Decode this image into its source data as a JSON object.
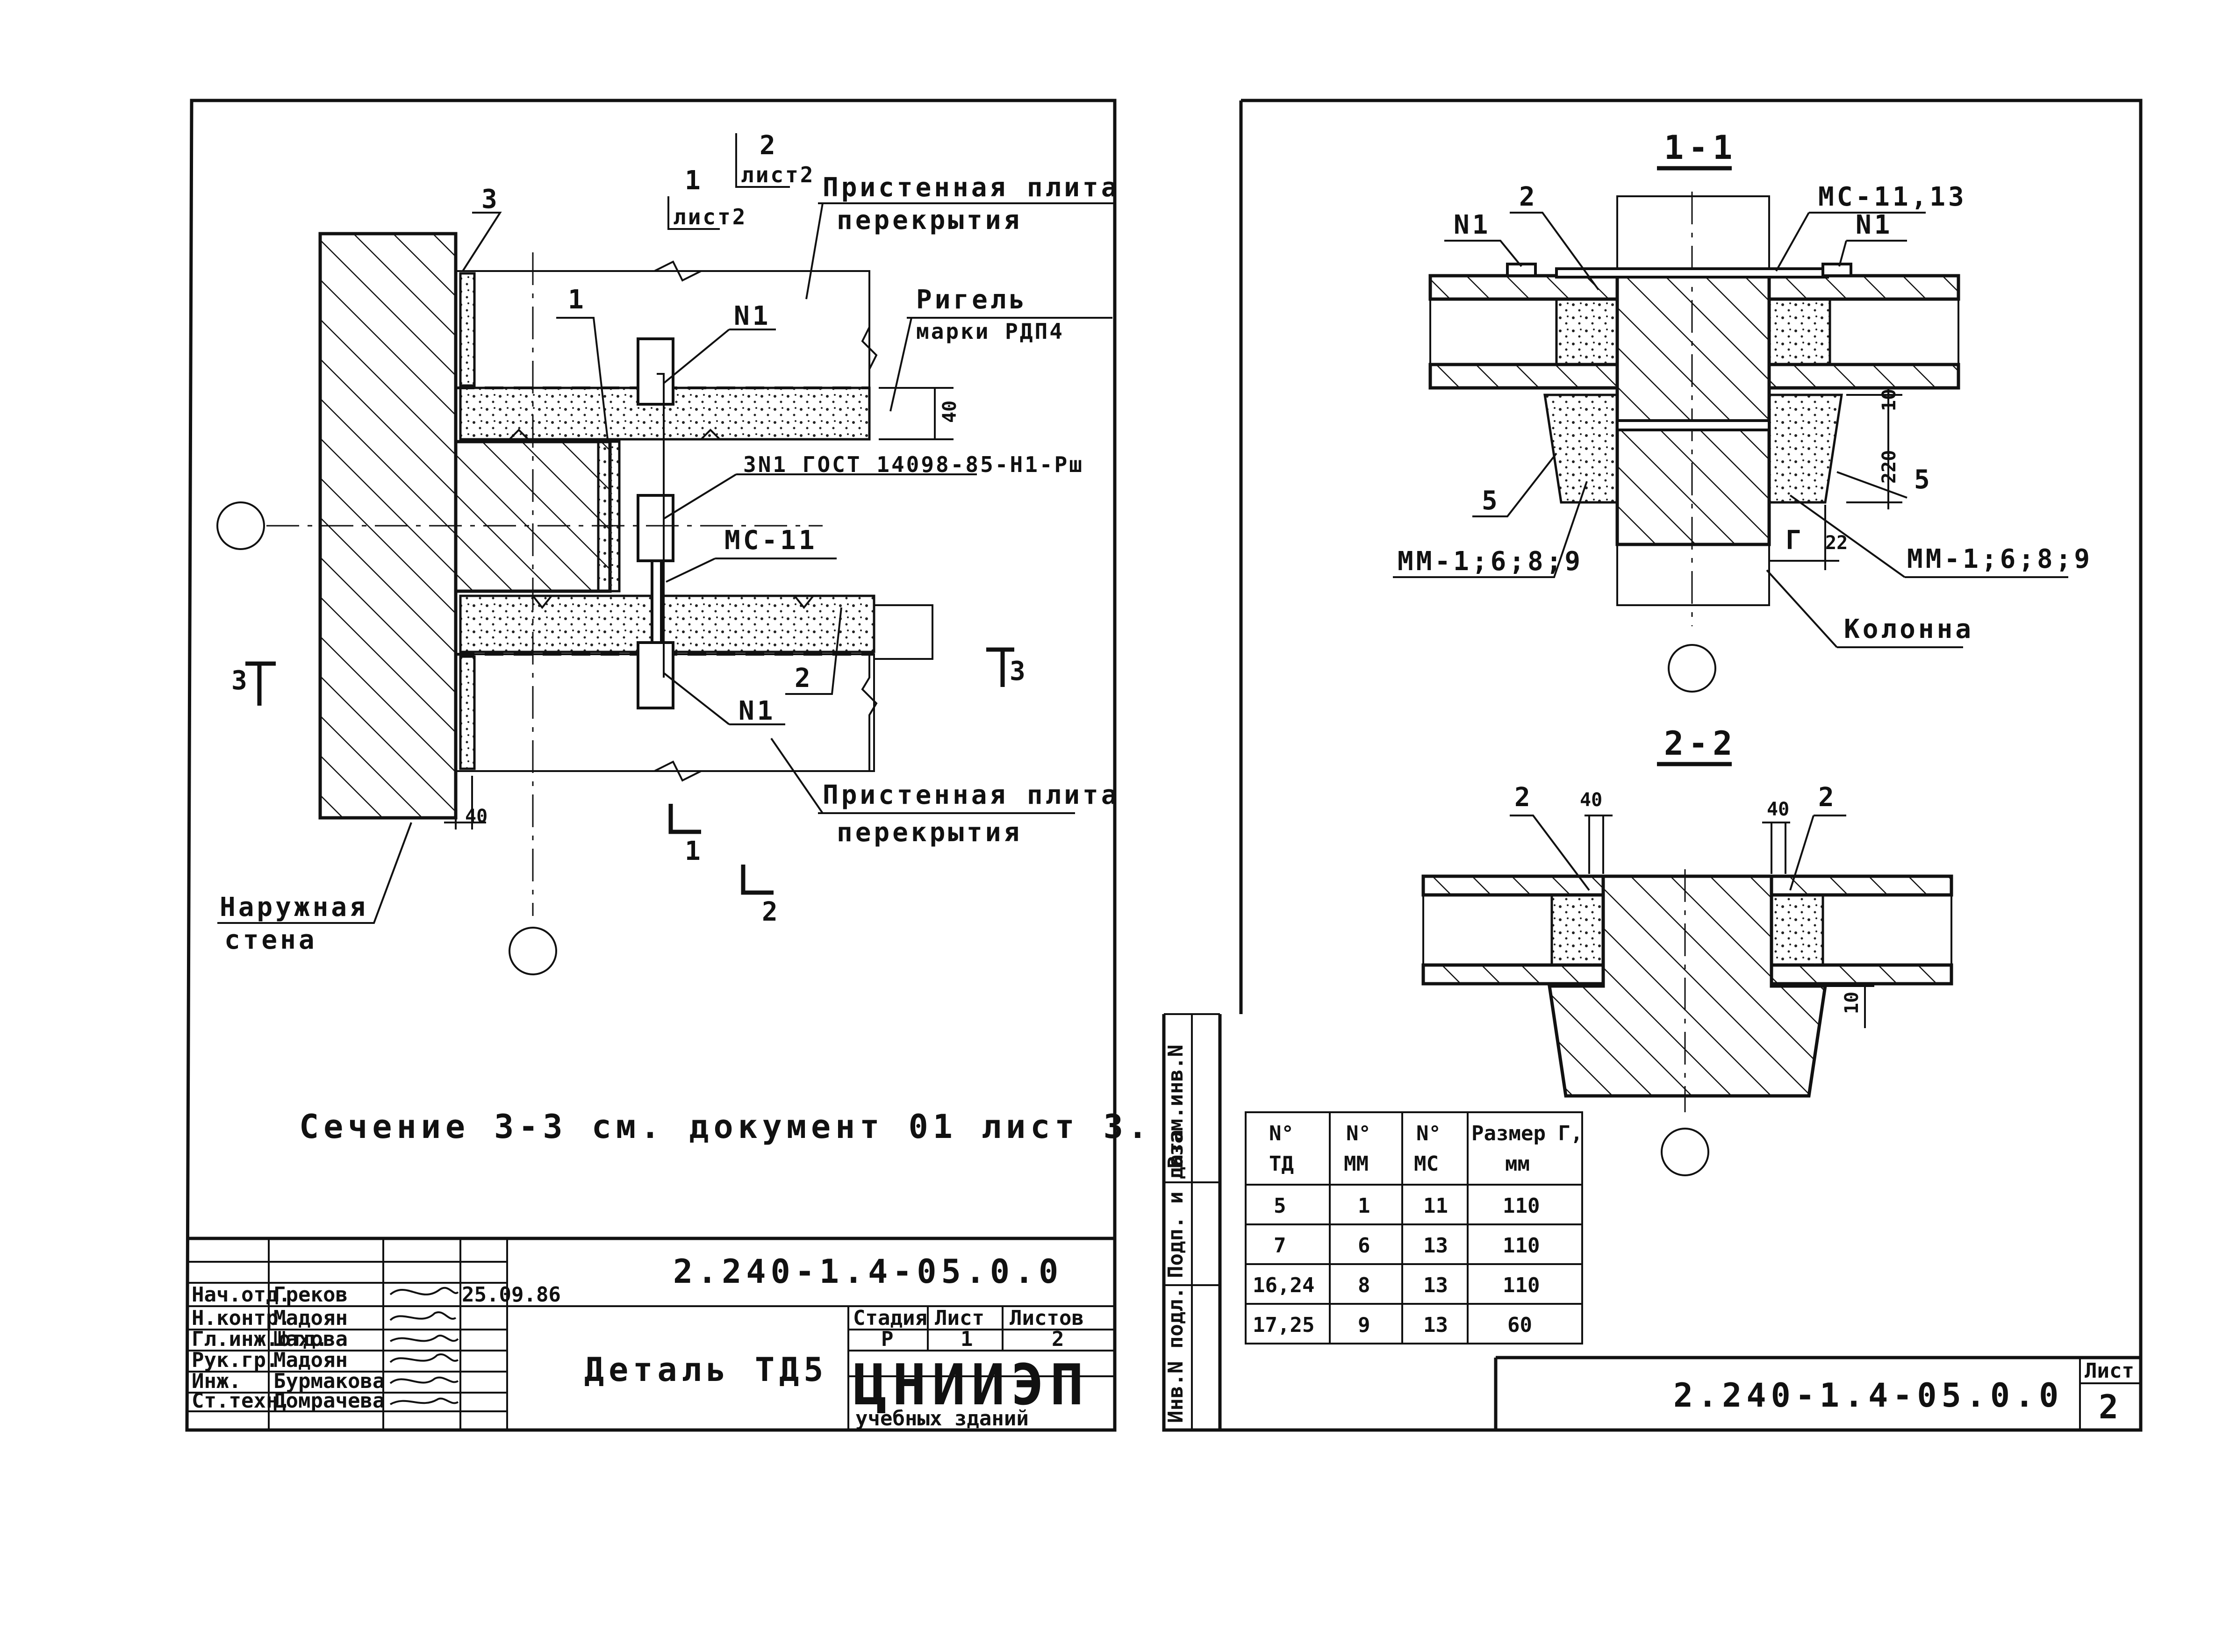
{
  "left_sheet": {
    "labels": {
      "sec3": "3",
      "sheet1_num": "1",
      "sheet1_ref": "лист2",
      "sheet2_num": "2",
      "sheet2_ref": "лист2",
      "slab_top_1": "Пристенная плита",
      "slab_top_2": "перекрытия",
      "girder_1": "Ригель",
      "girder_2": "марки РДП4",
      "n1_top": "N1",
      "mark1": "1",
      "weld": "3N1 ГОСТ 14098-85-Н1-Рш",
      "mc11": "МС-11",
      "mark2": "2",
      "n1_bottom": "N1",
      "dim40_right": "40",
      "dim40_bottom": "40",
      "slab_bot_1": "Пристенная плита",
      "slab_bot_2": "перекрытия",
      "wall_1": "Наружная",
      "wall_2": "стена",
      "cut3_left": "3",
      "cut3_right": "3",
      "cut1": "1",
      "cut2": "2",
      "section_note": "Сечение 3-3 см. документ 01 лист 3."
    },
    "title_block": {
      "doc_code": "2.240-1.4-05.0.0",
      "detail_name": "Деталь ТД5",
      "roles": [
        "Нач.отд.",
        "Н.контр.",
        "Гл.инж.отд.",
        "Рук.гр.",
        "Инж.",
        "Ст.техн."
      ],
      "names": [
        "Греков",
        "Мадоян",
        "Шахова",
        "Мадоян",
        "Бурмакова",
        "Домрачева"
      ],
      "date": "25.09.86",
      "stage_header": "Стадия",
      "sheet_header": "Лист",
      "sheets_header": "Листов",
      "stage": "Р",
      "sheet": "1",
      "sheets": "2",
      "org_name": "ЦНИИЭП",
      "org_sub": "учебных зданий"
    }
  },
  "right_sheet": {
    "section_1_1": "1-1",
    "section_2_2": "2-2",
    "labels": {
      "mark2": "2",
      "mc": "МС-11,13",
      "n1_left": "N1",
      "n1_right": "N1",
      "dim10": "10",
      "dim220": "220",
      "mark5_left": "5",
      "mark5_right": "5",
      "dim_g": "Г",
      "dim22": "22",
      "mm_left": "ММ-1;6;8;9",
      "mm_right": "ММ-1;6;8;9",
      "column": "Колонна",
      "s2_mark2_left": "2",
      "s2_mark2_right": "2",
      "s2_dim40_left": "40",
      "s2_dim40_right": "40",
      "s2_dim10": "10"
    },
    "side_stamp": [
      "Взам.инв.N",
      "Подп. и дата",
      "Инв.N подл."
    ],
    "table": {
      "headers": [
        [
          "N°",
          "ТД"
        ],
        [
          "N°",
          "ММ"
        ],
        [
          "N°",
          "МС"
        ],
        [
          "Размер Г,",
          "мм"
        ]
      ],
      "rows": [
        [
          "5",
          "1",
          "11",
          "110"
        ],
        [
          "7",
          "6",
          "13",
          "110"
        ],
        [
          "16,24",
          "8",
          "13",
          "110"
        ],
        [
          "17,25",
          "9",
          "13",
          "60"
        ]
      ]
    },
    "title_block": {
      "doc_code": "2.240-1.4-05.0.0",
      "sheet_header": "Лист",
      "sheet": "2"
    }
  }
}
